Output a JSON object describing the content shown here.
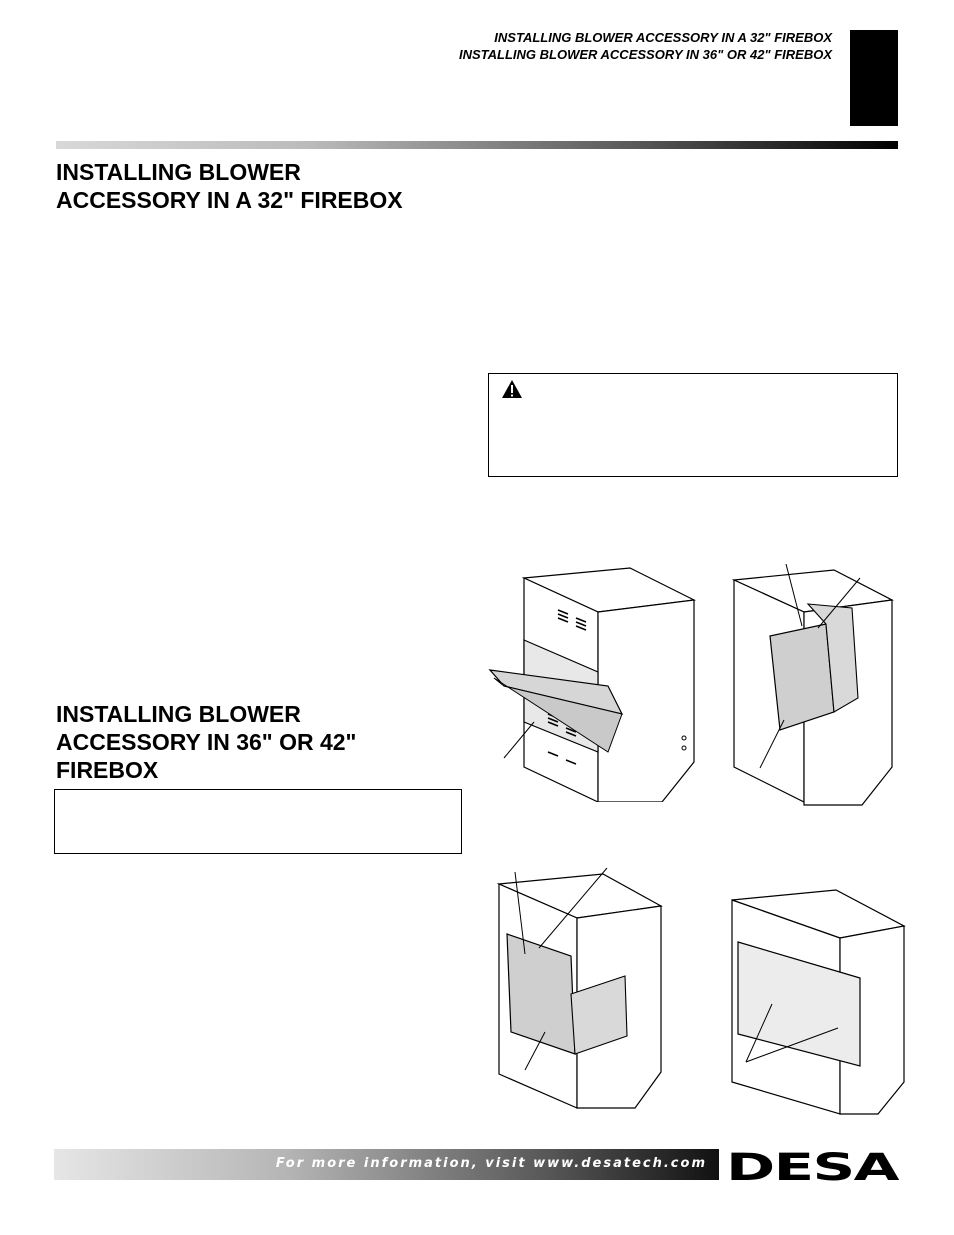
{
  "header": {
    "title_line1": "INSTALLING BLOWER ACCESSORY IN A 32\" FIREBOX",
    "title_line2": "INSTALLING BLOWER ACCESSORY IN 36\" OR 42\" FIREBOX"
  },
  "section1": {
    "title_line1": "INSTALLING BLOWER",
    "title_line2": "ACCESSORY IN A 32\" FIREBOX"
  },
  "section2": {
    "title_line1": "INSTALLING BLOWER",
    "title_line2": "ACCESSORY IN 36\" OR 42\"",
    "title_line3": "FIREBOX"
  },
  "warning": {
    "icon": "warning-triangle-icon"
  },
  "footer": {
    "text": "For more information, visit www.desatech.com",
    "logo": "DESA"
  }
}
